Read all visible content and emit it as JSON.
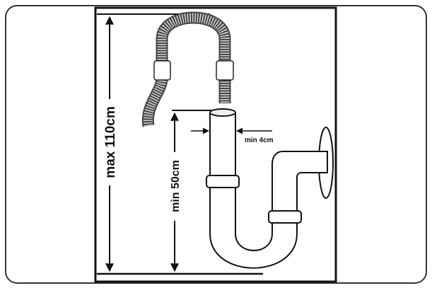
{
  "diagram": {
    "labels": {
      "max_height": "max 110cm",
      "min_height": "min 50cm",
      "min_gap": "min 4cm"
    },
    "colors": {
      "line": "#111111",
      "frame": "#333333",
      "hose_fill": "#d8d8d8"
    }
  }
}
